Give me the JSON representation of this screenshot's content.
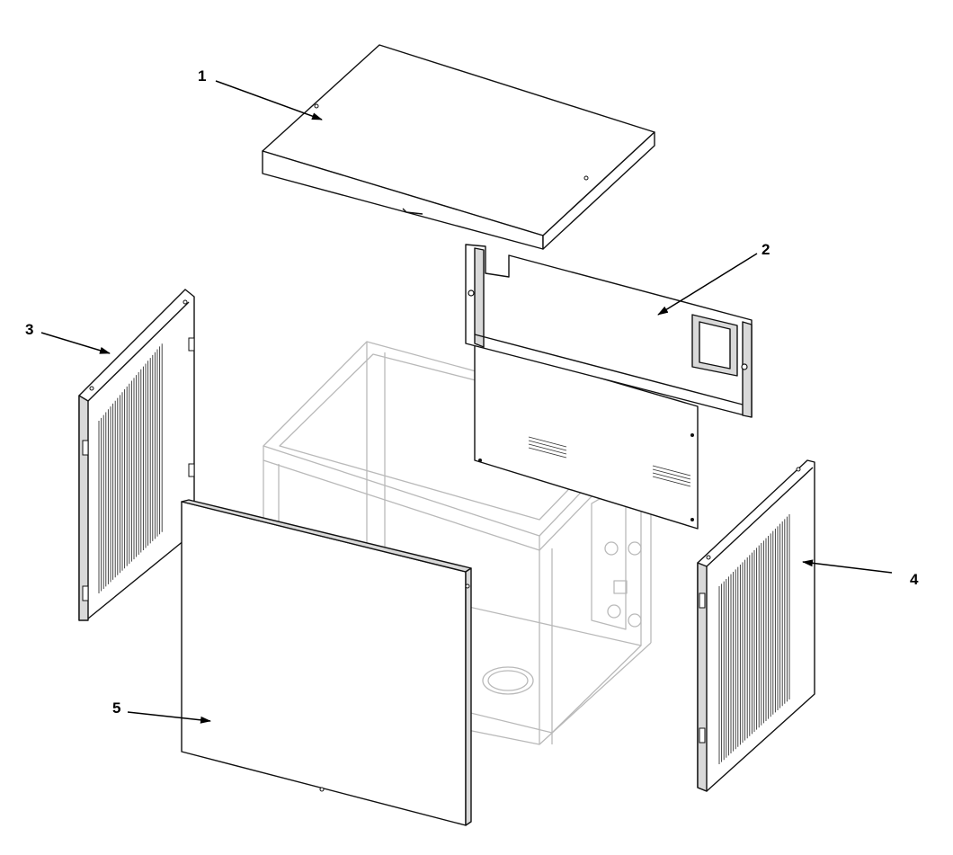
{
  "callouts": [
    {
      "id": "1",
      "label": "1"
    },
    {
      "id": "2",
      "label": "2"
    },
    {
      "id": "3",
      "label": "3"
    },
    {
      "id": "4",
      "label": "4"
    },
    {
      "id": "5",
      "label": "5"
    }
  ],
  "parts": [
    {
      "id": "1",
      "icon": "top-cover-panel-icon"
    },
    {
      "id": "2",
      "icon": "back-panel-icon"
    },
    {
      "id": "3",
      "icon": "left-side-panel-icon"
    },
    {
      "id": "4",
      "icon": "right-side-panel-icon"
    },
    {
      "id": "5",
      "icon": "front-panel-icon"
    }
  ],
  "colors": {
    "line": "#111111",
    "frame": "#b9b9b9",
    "background": "#ffffff"
  }
}
